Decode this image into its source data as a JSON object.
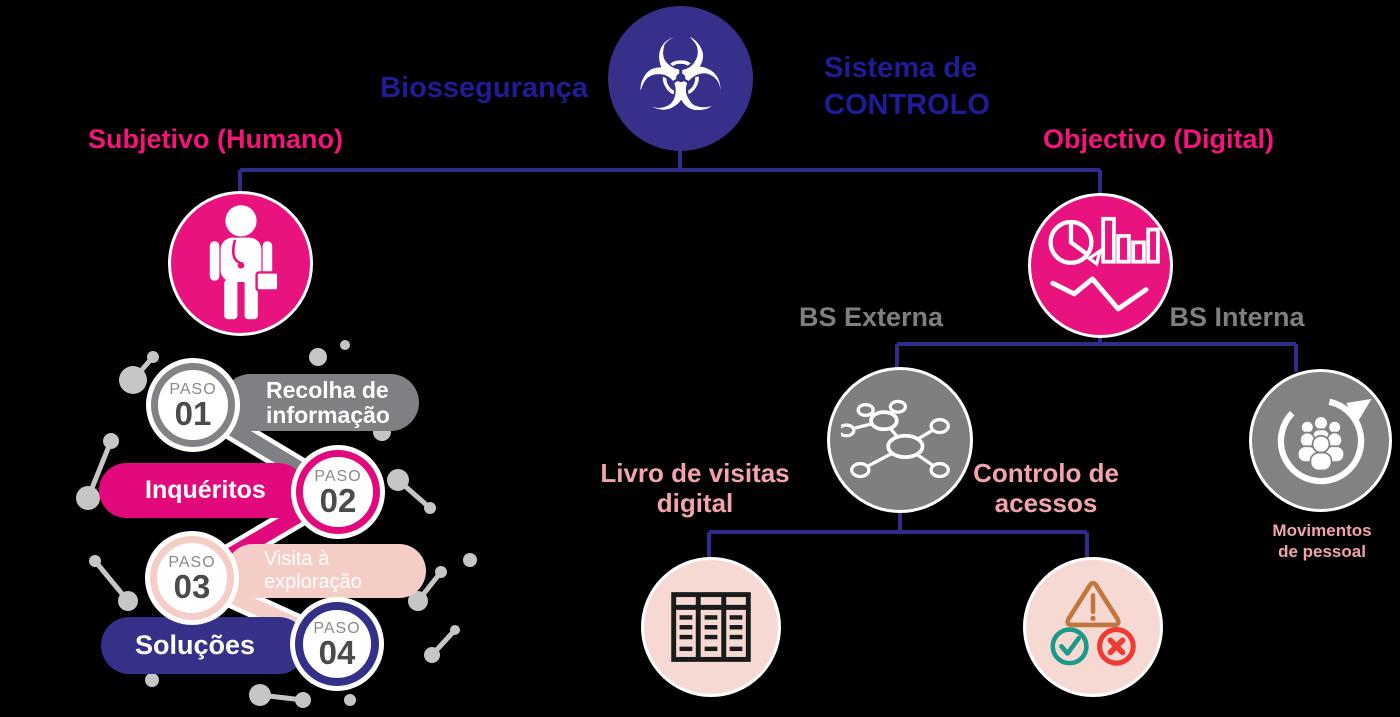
{
  "diagram": {
    "root": {
      "label_left": "Biossegurança",
      "title_line1": "Sistema de",
      "title_line2": "CONTROLO"
    },
    "branch_left": {
      "label": "Subjetivo (Humano)"
    },
    "branch_right": {
      "label": "Objectivo (Digital)"
    },
    "bs_externa": {
      "label": "BS Externa"
    },
    "bs_interna": {
      "label": "BS Interna",
      "caption_line1": "Movimentos",
      "caption_line2": "de pessoal"
    },
    "livro": {
      "line1": "Livro de visitas",
      "line2": "digital"
    },
    "controlo": {
      "line1": "Controlo de",
      "line2": "acessos"
    },
    "steps": [
      {
        "step_word": "PASO",
        "number": "01",
        "label_line1": "Recolha de",
        "label_line2": "informação"
      },
      {
        "step_word": "PASO",
        "number": "02",
        "label_line1": "Inquéritos",
        "label_line2": ""
      },
      {
        "step_word": "PASO",
        "number": "03",
        "label_line1": "Visita à exploração",
        "label_line2": ""
      },
      {
        "step_word": "PASO",
        "number": "04",
        "label_line1": "Soluções",
        "label_line2": ""
      }
    ]
  },
  "icons": {
    "root": "biohazard-icon",
    "root_glyph": "☣",
    "human": "doctor-person-icon",
    "digital": "charts-icon",
    "externa": "network-icon",
    "interna": "people-cycle-icon",
    "livro": "table-icon",
    "controlo": "warning-check-cross-icon"
  },
  "colors": {
    "background": "#000000",
    "navy_text": "#1e1c96",
    "connector_line": "#2e2d87",
    "pink_label": "#f3157c",
    "gray_label": "#7f7f7f",
    "salmon_label": "#f2a4aa",
    "root_circle": "#37308b",
    "pink_circle": "#e91380",
    "gray_circle": "#7f7f7f",
    "pale_pink_circle": "#f7d9d4",
    "step1_gray": "#7f8084",
    "step2_magenta": "#e2097c",
    "step3_pale_pink": "#f3cdc6",
    "step4_navy": "#363188",
    "warning_orange": "#c0763c",
    "check_teal": "#1a9a88",
    "cross_red": "#ee3b33",
    "table_icon_black": "#1b1b1b"
  }
}
